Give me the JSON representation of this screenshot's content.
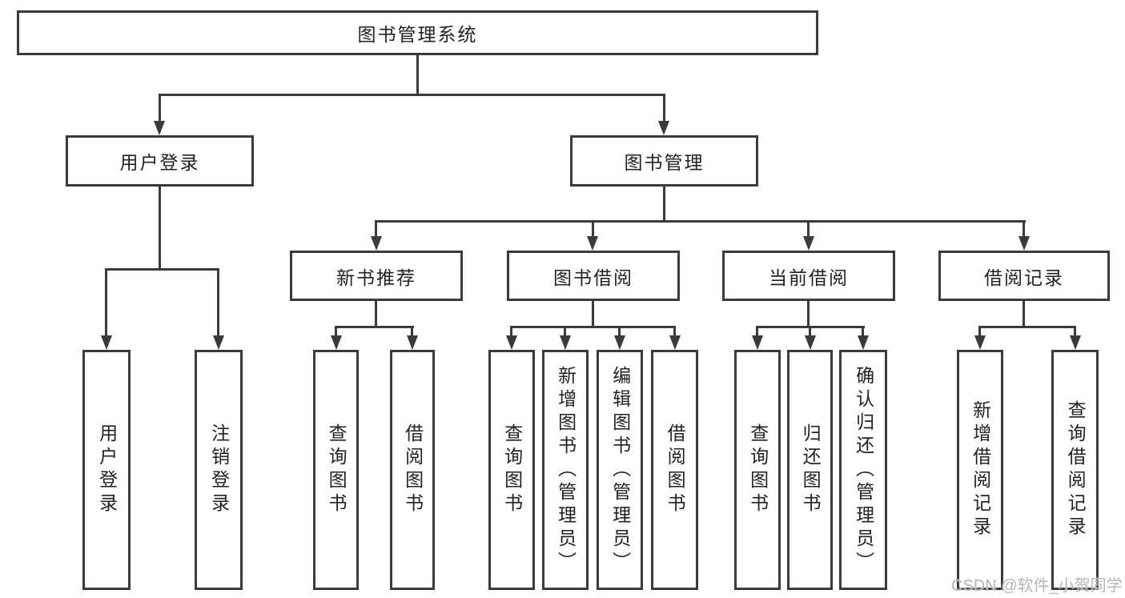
{
  "tree": {
    "root": "图书管理系统",
    "children": [
      {
        "label": "用户登录",
        "children": [
          {
            "label": "用户登录"
          },
          {
            "label": "注销登录"
          }
        ]
      },
      {
        "label": "图书管理",
        "children": [
          {
            "label": "新书推荐",
            "children": [
              {
                "label": "查询图书"
              },
              {
                "label": "借阅图书"
              }
            ]
          },
          {
            "label": "图书借阅",
            "children": [
              {
                "label": "查询图书"
              },
              {
                "label": "新增图书（管理员）"
              },
              {
                "label": "编辑图书（管理员）"
              },
              {
                "label": "借阅图书"
              }
            ]
          },
          {
            "label": "当前借阅",
            "children": [
              {
                "label": "查询图书"
              },
              {
                "label": "归还图书"
              },
              {
                "label": "确认归还（管理员）"
              }
            ]
          },
          {
            "label": "借阅记录",
            "children": [
              {
                "label": "新增借阅记录"
              },
              {
                "label": "查询借阅记录"
              }
            ]
          }
        ]
      }
    ]
  },
  "watermark": {
    "text": "CSDN @软件_小贺同学"
  },
  "colors": {
    "line": "#3a3a3e",
    "text": "#222226",
    "watermark": "#b5b5b5",
    "background": "#ffffff"
  }
}
